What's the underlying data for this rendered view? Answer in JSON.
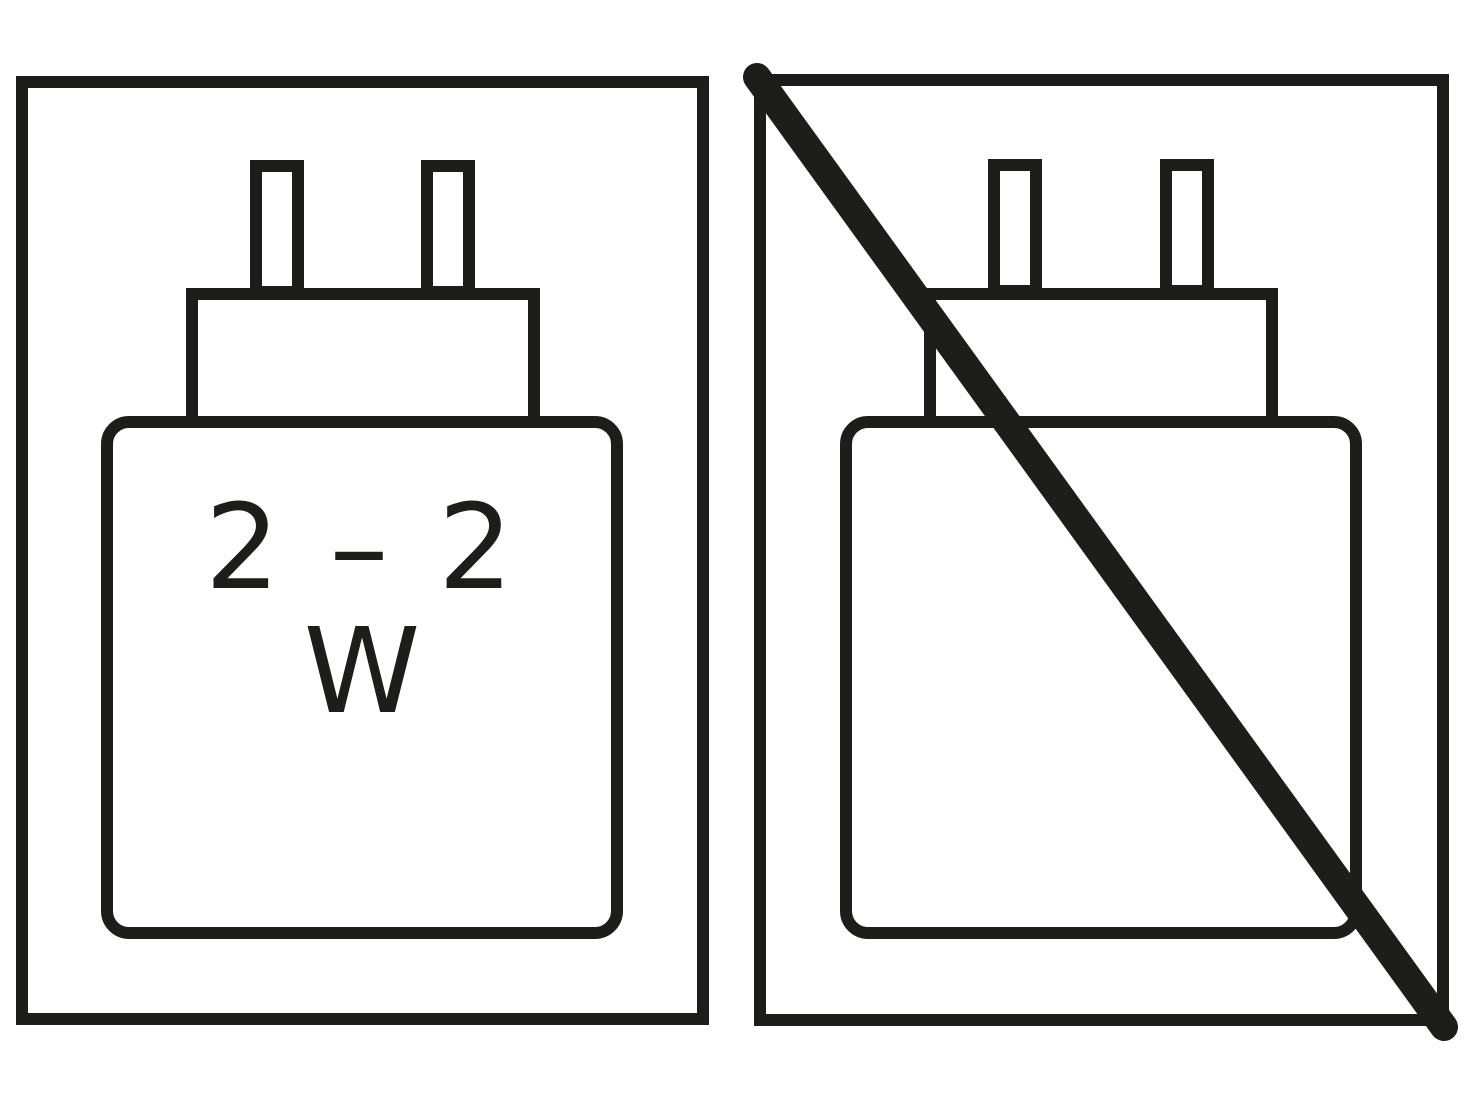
{
  "pictogram": {
    "allowed_charger": {
      "power_range": "2 – 2",
      "unit": "W"
    },
    "disallowed_charger": {
      "marked": "crossed-out"
    },
    "colors": {
      "stroke": "#1d1d1b",
      "background": "#ffffff"
    },
    "icons": [
      "charger-plug-icon",
      "charger-plug-icon",
      "strike-through-icon"
    ]
  }
}
